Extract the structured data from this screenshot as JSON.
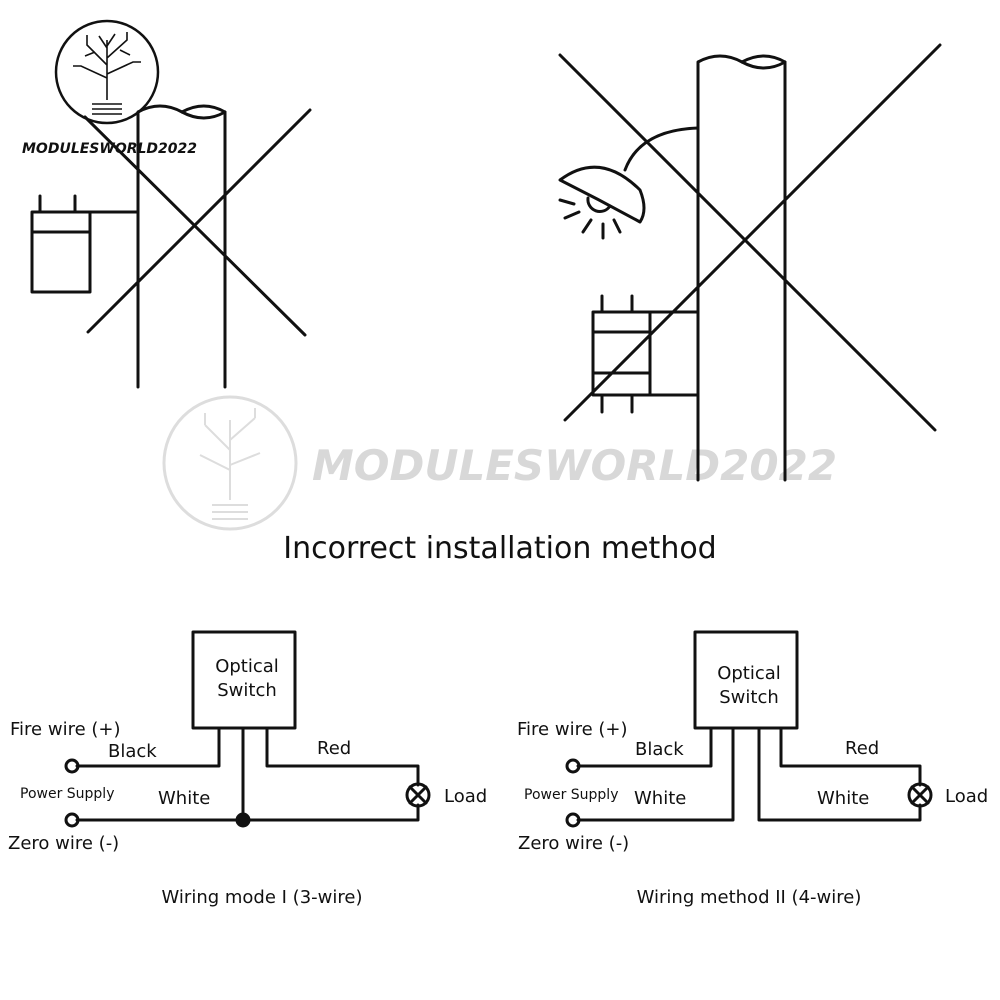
{
  "logo": {
    "text": "MODULESWORLD2022"
  },
  "watermark": {
    "text": "MODULESWORLD2022"
  },
  "heading": "Incorrect installation method",
  "colors": {
    "line": "#111111",
    "watermark": "#d8d8d8"
  },
  "diagrams": [
    {
      "switch_label_1": "Optical",
      "switch_label_2": "Switch",
      "fire": "Fire wire (+)",
      "power": "Power Supply",
      "zero": "Zero wire (-)",
      "black": "Black",
      "white": "White",
      "red": "Red",
      "load": "Load",
      "caption": "Wiring mode I (3-wire)"
    },
    {
      "switch_label_1": "Optical",
      "switch_label_2": "Switch",
      "fire": "Fire wire (+)",
      "power": "Power Supply",
      "zero": "Zero wire (-)",
      "black": "Black",
      "white": "White",
      "white2": "White",
      "red": "Red",
      "load": "Load",
      "caption": "Wiring method II (4-wire)"
    }
  ]
}
